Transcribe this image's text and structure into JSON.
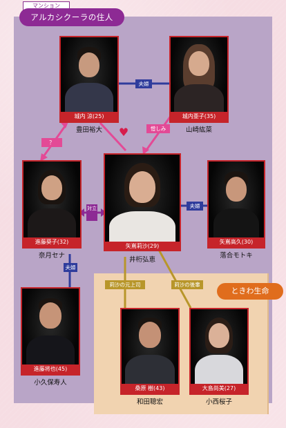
{
  "groups": {
    "mansion_tag": "マンション",
    "mansion_title": "アルカシクーラの住人",
    "tokiwa_title": "ときわ生命"
  },
  "characters": {
    "ryota": {
      "role": "城内 涼(25)",
      "actor": "豊田裕大"
    },
    "akiko": {
      "role": "城内亜子(35)",
      "actor": "山崎紘菜"
    },
    "risa": {
      "role": "矢嶌莉沙(29)",
      "actor": "井桁弘恵"
    },
    "kyoko": {
      "role": "進藤葵子(32)",
      "actor": "奈月セナ"
    },
    "takahisa": {
      "role": "矢嶌高久(30)",
      "actor": "落合モトキ"
    },
    "shindo": {
      "role": "進藤将也(45)",
      "actor": "小久保寿人"
    },
    "kuwahara": {
      "role": "桑原 樹(43)",
      "actor": "和田聰宏"
    },
    "oshima": {
      "role": "大島尚美(27)",
      "actor": "小西桜子"
    }
  },
  "relations": {
    "husband_wife_1": "夫婦",
    "hatred": "憎しみ",
    "question": "？",
    "heart": "♥",
    "conflict": "対立",
    "husband_wife_2": "夫婦",
    "husband_wife_3": "夫婦",
    "former_boss": "莉沙の元上司",
    "junior": "莉沙の後輩"
  },
  "colors": {
    "mansion_bg": "#b9a5c7",
    "tokiwa_bg": "#f1d3b0",
    "accent_red": "#c6242a",
    "purple": "#8d2a94",
    "orange": "#e06d1d",
    "blue_line": "#2f3c9c",
    "pink_line": "#e34a96",
    "olive_line": "#b8962a"
  }
}
